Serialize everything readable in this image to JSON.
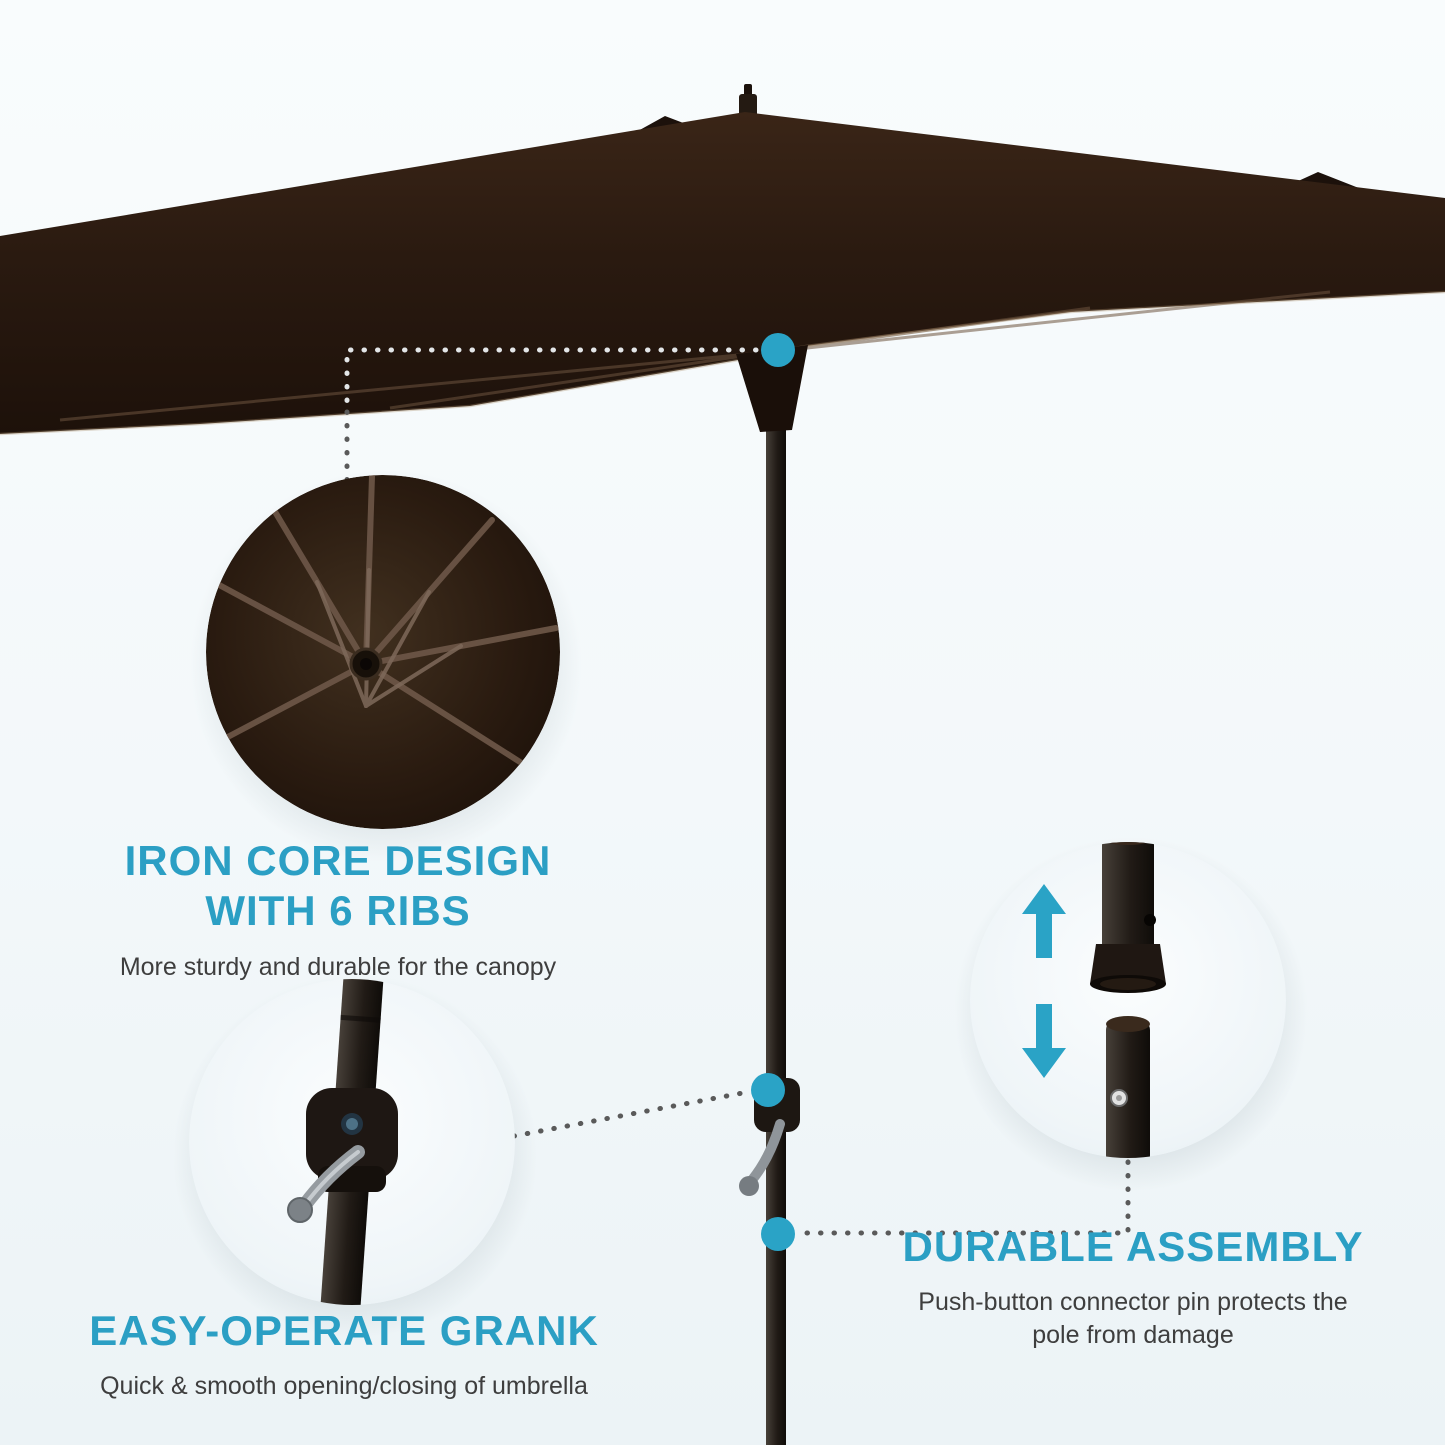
{
  "colors": {
    "accent_teal": "#2AA3C6",
    "heading_teal": "#2B9FC4",
    "canopy_brown": "#2A1B10",
    "body_text": "#3E3E3E",
    "leader_dot_dark": "#5A5A5A",
    "leader_dot_light": "#E3E6E8",
    "background": "#F3F8FA"
  },
  "callouts": {
    "iron_core": {
      "title_line1": "IRON CORE DESIGN",
      "title_line2": "WITH 6 RIBS",
      "subtitle": "More sturdy and durable for the canopy"
    },
    "crank": {
      "title": "EASY-OPERATE GRANK",
      "subtitle": "Quick & smooth opening/closing of umbrella"
    },
    "assembly": {
      "title": "DURABLE ASSEMBLY",
      "subtitle": "Push-button connector pin protects the pole from damage"
    }
  }
}
